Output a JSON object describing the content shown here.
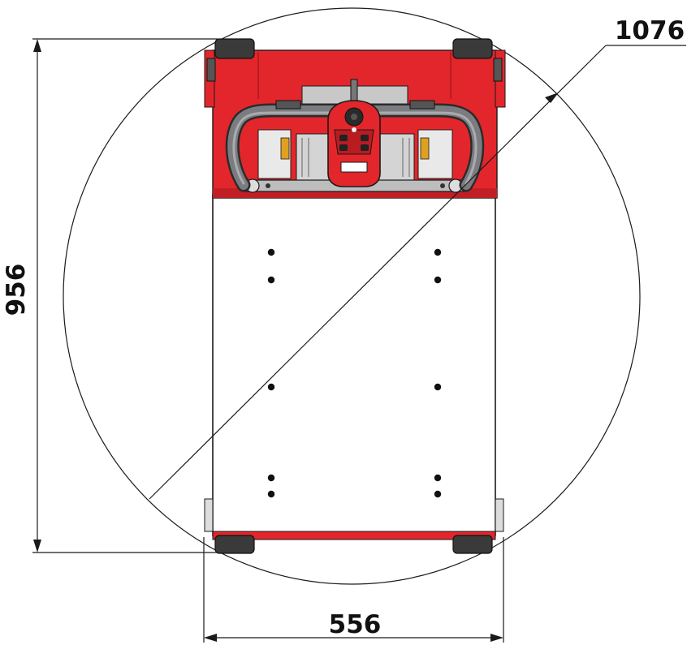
{
  "dimensions": {
    "height": "956",
    "width": "556",
    "diameter": "1076"
  },
  "colors": {
    "line": "#1a1a1a",
    "body_red": "#e3262b",
    "dark_red": "#b81c20",
    "handle_grey": "#6d6f72",
    "wheel_dark": "#3a3a3a",
    "panel_grey": "#c8c8c8",
    "hole": "#111111"
  },
  "icons": {
    "tiller_head": "tiller-control-head-icon"
  }
}
